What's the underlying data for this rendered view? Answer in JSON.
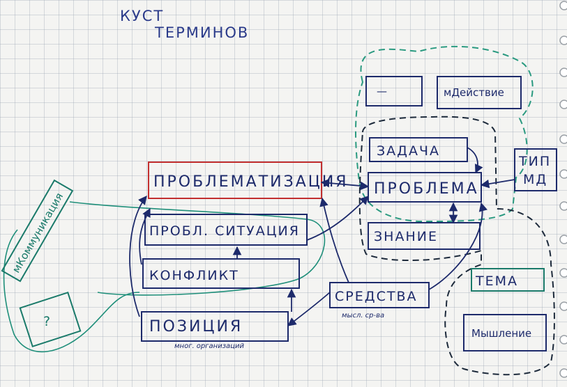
{
  "title": {
    "line1": "КУСТ",
    "line2": "ТЕРМИНОВ"
  },
  "nodes": {
    "problematization": "ПРОБЛЕМАТИЗАЦИЯ",
    "probl_situation": "ПРОБЛ. СИТУАЦИЯ",
    "conflict": "КОНФЛИКТ",
    "position": "ПОЗИЦИЯ",
    "position_note": "мног. организаций",
    "problem": "ПРОБЛЕМА",
    "task": "ЗАДАЧА",
    "knowledge": "ЗНАНИЕ",
    "action": "мДействие",
    "type_md_line1": "ТИП",
    "type_md_line2": "МД",
    "means": "СРЕДСТВА",
    "means_note": "мысл. ср-ва",
    "theme": "ТЕМА",
    "thinking": "Мышление",
    "communication": "мКоммуникация",
    "question": "?",
    "empty_box": "—"
  },
  "colors": {
    "ink_blue": "#1d2a6b",
    "ink_red": "#c22f2f",
    "ink_green": "#1a7a6a",
    "ink_dark": "#1d2a3b",
    "paper": "#f4f4f2",
    "grid": "#9aa0af"
  }
}
